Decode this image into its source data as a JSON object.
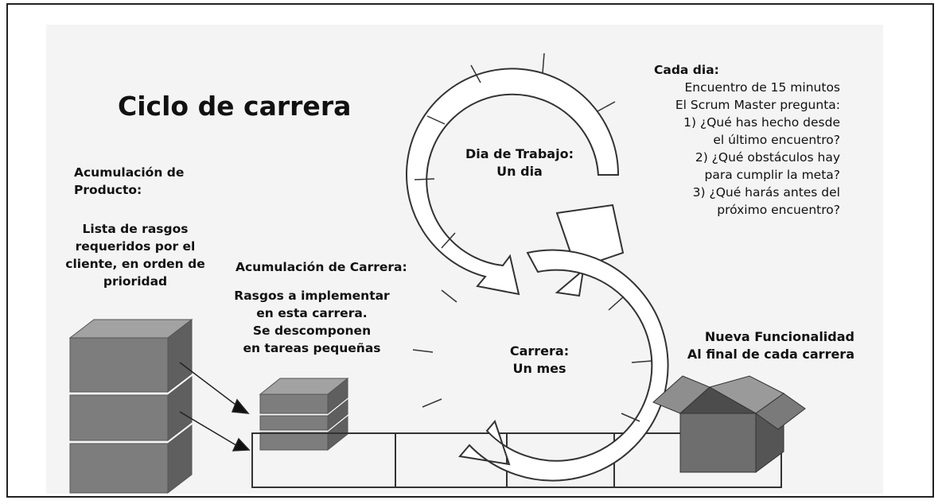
{
  "title": "Ciclo de carrera",
  "product_backlog": {
    "heading_lines": [
      "Acumulación de",
      "Producto:"
    ],
    "desc_lines": [
      "Lista de rasgos",
      "requeridos por el",
      "cliente, en orden de",
      "prioridad"
    ]
  },
  "sprint_backlog": {
    "heading": "Acumulación de Carrera:",
    "desc_lines": [
      "Rasgos a implementar",
      "en esta carrera.",
      "Se descomponen",
      "en tareas pequeñas"
    ]
  },
  "daily_cycle": {
    "lines": [
      "Dia de Trabajo:",
      "Un dia"
    ]
  },
  "sprint_cycle": {
    "lines": [
      "Carrera:",
      "Un mes"
    ]
  },
  "daily_meeting": {
    "heading": "Cada dia:",
    "lines": [
      "Encuentro de 15 minutos",
      "El Scrum Master pregunta:",
      "1) ¿Qué has hecho desde",
      "el último encuentro?",
      "2) ¿Qué obstáculos hay",
      "para cumplir la meta?",
      "3) ¿Qué harás antes del",
      "próximo encuentro?"
    ]
  },
  "increment": {
    "lines": [
      "Nueva Funcionalidad",
      "Al final de cada carrera"
    ]
  },
  "colors": {
    "cube_front": "#7d7d7d",
    "cube_side": "#5f5f5f",
    "cube_top": "#a2a2a2",
    "arrow_fill": "#ffffff",
    "outline": "#333333"
  }
}
